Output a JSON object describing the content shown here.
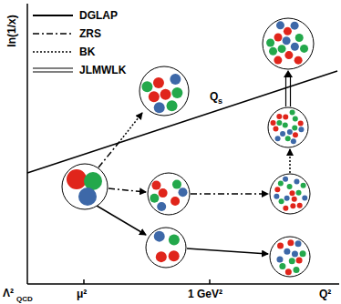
{
  "diagram": {
    "labels": [
      "ln(1/x)",
      "Q",
      "s",
      "Λ²",
      "QCD",
      "μ²",
      "1 GeV²",
      "Q²"
    ],
    "legend": [
      {
        "text": "DGLAP"
      },
      {
        "text": "ZRS"
      },
      {
        "text": "BK"
      },
      {
        "text": "JLMWLK"
      }
    ]
  }
}
